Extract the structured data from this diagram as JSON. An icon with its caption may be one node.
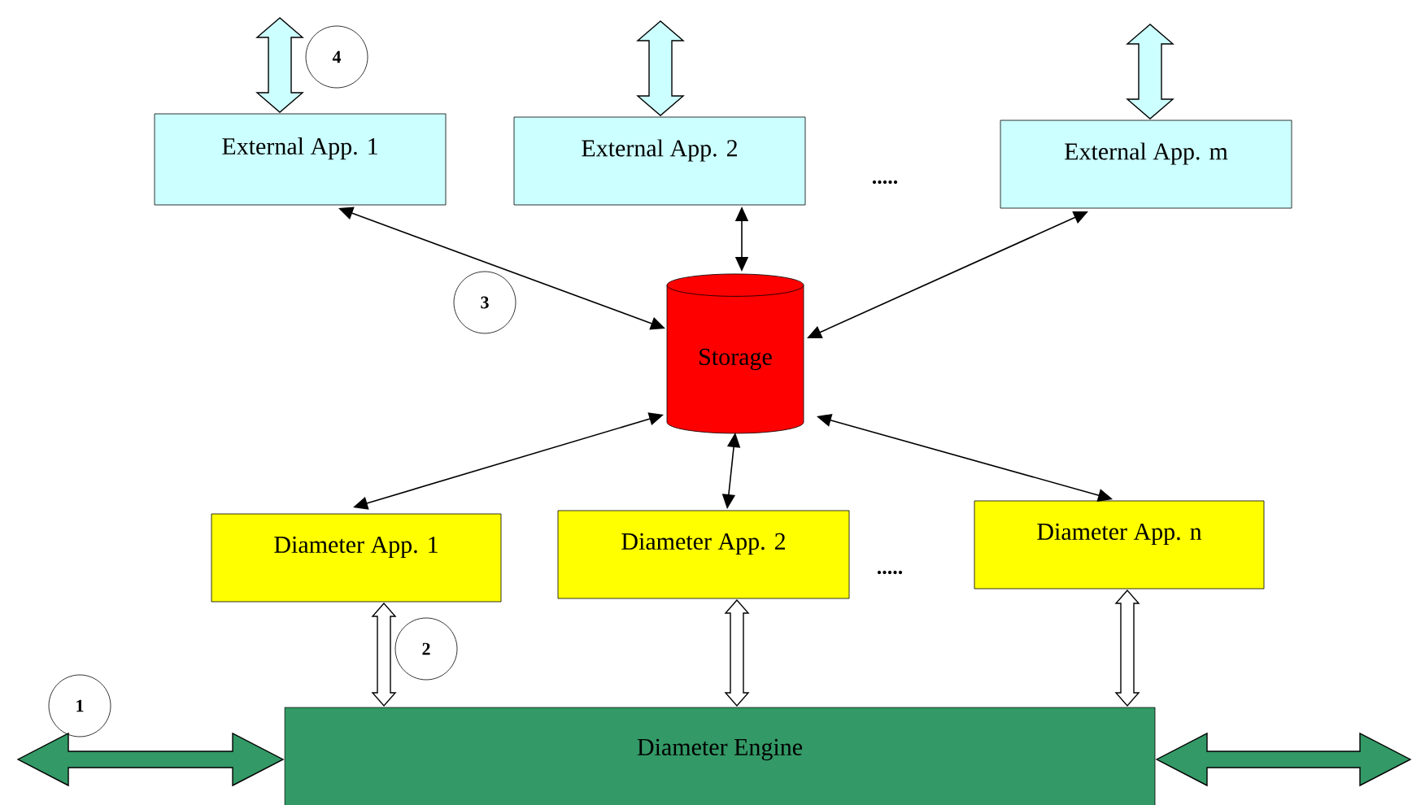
{
  "diagram": {
    "nodes": [
      {
        "text": [
          "External App. 1"
        ]
      },
      {
        "text": [
          "External App. 2"
        ]
      },
      {
        "text": [
          "External App. m"
        ]
      },
      {
        "text": [
          "Storage"
        ]
      },
      {
        "text": [
          "Diameter App. 1"
        ]
      },
      {
        "text": [
          "Diameter App. 2"
        ]
      },
      {
        "text": [
          "Diameter App. n"
        ]
      },
      {
        "text": [
          "Diameter Engine"
        ]
      },
      {
        "text": [
          "4"
        ]
      },
      {
        "text": [
          "3"
        ]
      },
      {
        "text": [
          "2"
        ]
      },
      {
        "text": [
          "1"
        ]
      }
    ],
    "edges": [
      {
        "from": null,
        "to": 0,
        "arrow": "both",
        "style": "thick",
        "color": "#ccffff"
      },
      {
        "from": null,
        "to": 1,
        "arrow": "both",
        "style": "thick",
        "color": "#ccffff"
      },
      {
        "from": null,
        "to": 2,
        "arrow": "both",
        "style": "thick",
        "color": "#ccffff"
      },
      {
        "from": 0,
        "to": 3,
        "arrow": "both"
      },
      {
        "from": 1,
        "to": 3,
        "arrow": "both"
      },
      {
        "from": 2,
        "to": 3,
        "arrow": "both"
      },
      {
        "from": 3,
        "to": 4,
        "arrow": "both"
      },
      {
        "from": 3,
        "to": 5,
        "arrow": "both"
      },
      {
        "from": 3,
        "to": 6,
        "arrow": "both"
      },
      {
        "from": 4,
        "to": 7,
        "arrow": "both",
        "style": "thick",
        "color": "#ffffff"
      },
      {
        "from": 5,
        "to": 7,
        "arrow": "both",
        "style": "thick",
        "color": "#ffffff"
      },
      {
        "from": 6,
        "to": 7,
        "arrow": "both",
        "style": "thick",
        "color": "#ffffff"
      },
      {
        "from": null,
        "to": 7,
        "arrow": "both",
        "style": "thick",
        "color": "#339966"
      },
      {
        "from": 7,
        "to": null,
        "arrow": "both",
        "style": "thick",
        "color": "#339966"
      }
    ],
    "labels": [
      ".....",
      "....."
    ]
  }
}
